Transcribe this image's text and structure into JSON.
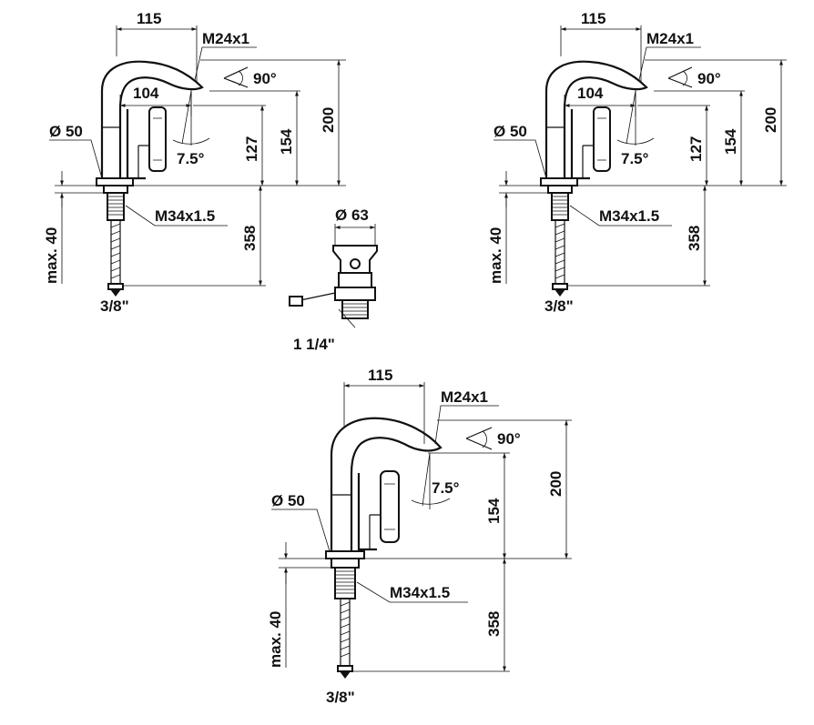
{
  "drawings": [
    {
      "id": "faucet-a",
      "width_115": "115",
      "width_104": "104",
      "thread_top": "M24x1",
      "angle_90": "90°",
      "angle_75": "7.5°",
      "height_200": "200",
      "height_154": "154",
      "height_127": "127",
      "dia_50": "Ø 50",
      "thread_bottom": "M34x1.5",
      "height_358": "358",
      "max_40": "max. 40",
      "hose_end": "3/8\""
    },
    {
      "id": "faucet-b",
      "width_115": "115",
      "width_104": "104",
      "thread_top": "M24x1",
      "angle_90": "90°",
      "angle_75": "7.5°",
      "height_200": "200",
      "height_154": "154",
      "height_127": "127",
      "dia_50": "Ø 50",
      "thread_bottom": "M34x1.5",
      "height_358": "358",
      "max_40": "max. 40",
      "hose_end": "3/8\""
    },
    {
      "id": "faucet-c",
      "width_115": "115",
      "thread_top": "M24x1",
      "angle_90": "90°",
      "angle_75": "7.5°",
      "height_200": "200",
      "height_154": "154",
      "dia_50": "Ø 50",
      "thread_bottom": "M34x1.5",
      "height_358": "358",
      "max_40": "max. 40",
      "hose_end": "3/8\""
    }
  ],
  "drain": {
    "dia_63": "Ø 63",
    "thread": "1 1/4\""
  }
}
